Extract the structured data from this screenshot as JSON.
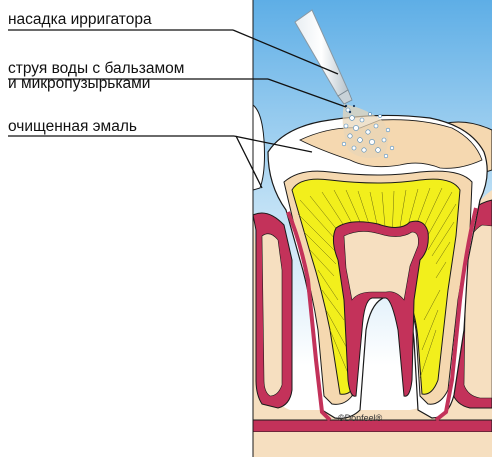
{
  "labels": {
    "nozzle": "насадка ирригатора",
    "jet_line1": "струя воды с бальзамом",
    "jet_line2": "и микропузырьками",
    "enamel": "очищенная эмаль"
  },
  "copyright": "©Donfeel®",
  "colors": {
    "background_top": "#5eaee6",
    "background_bottom": "#ffffff",
    "enamel": "#ffffff",
    "dentin": "#f5d8b0",
    "pulp": "#f2ef1c",
    "gum": "#c3325a",
    "bone": "#f6dfc0",
    "outline": "#1a1a1a"
  }
}
